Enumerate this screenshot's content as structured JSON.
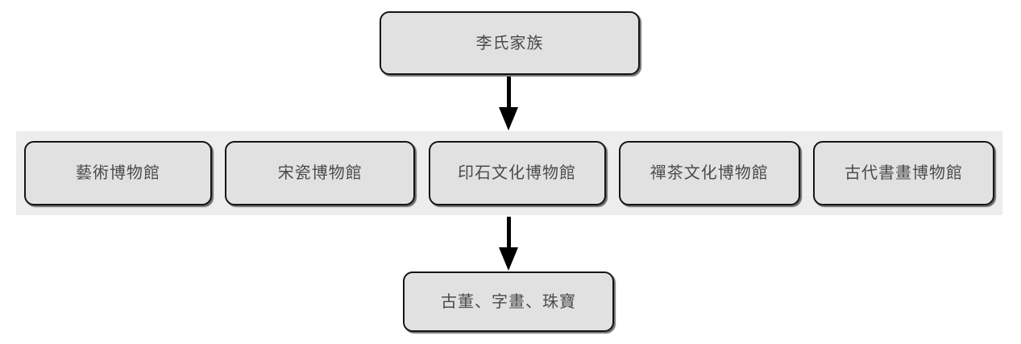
{
  "figure": {
    "type": "flowchart",
    "root": {
      "label": "李氏家族"
    },
    "branches": [
      {
        "label": "藝術博物館"
      },
      {
        "label": "宋瓷博物館"
      },
      {
        "label": "印石文化博物館"
      },
      {
        "label": "禪茶文化博物館"
      },
      {
        "label": "古代書畫博物館"
      }
    ],
    "leaf": {
      "label": "古董、字畫、珠寶"
    },
    "connectors": [
      {
        "name": "root-to-branches",
        "style": "solid-down-arrow"
      },
      {
        "name": "branches-to-leaf",
        "style": "solid-down-arrow"
      }
    ],
    "colors": {
      "background": "#ffffff",
      "band_background": "#ededed",
      "node_fill": "#e1e1e1",
      "node_border": "#151515",
      "text": "#4a4a4a",
      "arrow": "#000000"
    }
  }
}
